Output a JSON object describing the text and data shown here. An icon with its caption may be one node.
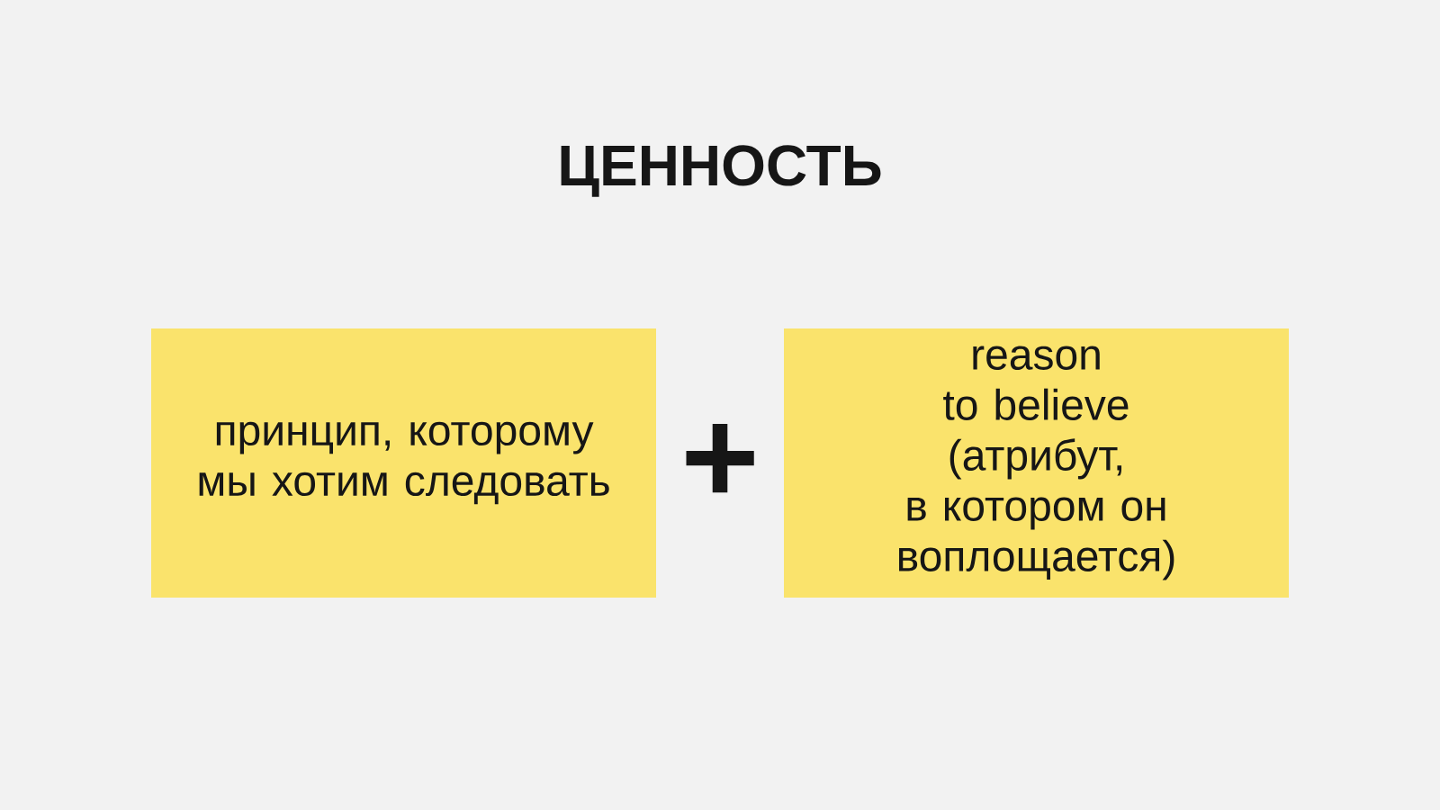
{
  "diagram": {
    "title": "ЦЕННОСТЬ",
    "nodes": [
      {
        "text": [
          "принцип, которому мы хотим следовать"
        ]
      },
      {
        "text": [
          "reason to believe (атрибут, в котором он воплощается)"
        ]
      }
    ],
    "labels": [
      "+"
    ]
  }
}
